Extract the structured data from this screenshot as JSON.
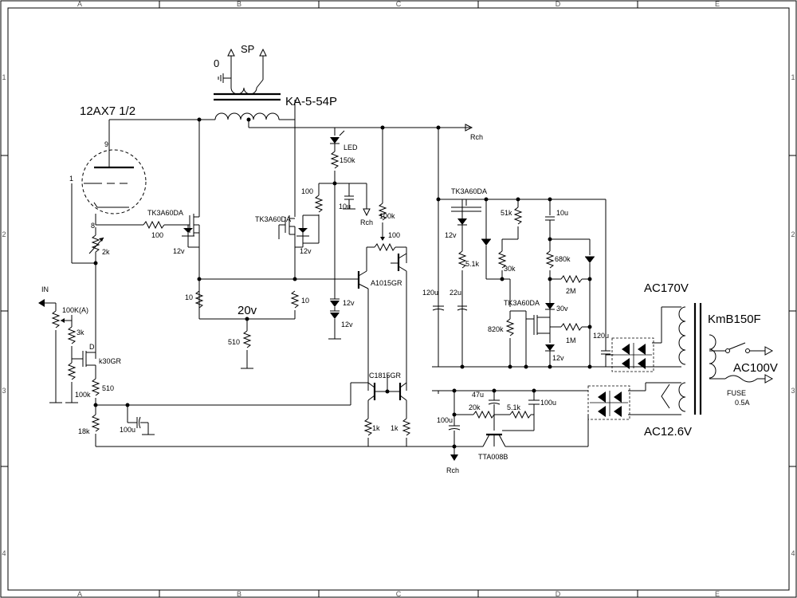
{
  "border": {
    "columns": [
      "A",
      "B",
      "C",
      "D",
      "E"
    ],
    "rows": [
      "1",
      "2",
      "3",
      "4"
    ]
  },
  "labels": {
    "tube": "12AX7 1/2",
    "tube_pin9": "9",
    "tube_pin1": "1",
    "tube_pin8": "8",
    "transformer_out": "KA-5-54P",
    "sp": "SP",
    "zero": "0",
    "rch_top": "Rch",
    "rch_mid": "Rch",
    "rch_bottom": "Rch",
    "led": "LED",
    "r_150k": "150k",
    "r_100_a": "100",
    "r_100_b": "100",
    "r_100_c": "100",
    "r_100k": "100k",
    "c_10u_a": "10u",
    "fet_1": "TK3A60DA",
    "fet_2": "TK3A60DA",
    "fet_3": "TK3A60DA",
    "fet_4": "TK3A60DA",
    "z_12v_1": "12v",
    "z_12v_2": "12v",
    "z_12v_3": "12v",
    "z_12v_4": "12v",
    "z_12v_5": "12v",
    "z_12v_6": "12v",
    "r_2k": "2k",
    "tr_a1015": "A1015GR",
    "r_10_a": "10",
    "r_10_b": "10",
    "v_20": "20v",
    "r_510_a": "510",
    "in": "IN",
    "pot_100k": "100K(A)",
    "r_3k": "3k",
    "fet_k30": "k30GR",
    "fet_d": "D",
    "r_100k_b": "100k",
    "r_510_b": "510",
    "r_18k": "18k",
    "c_100u_a": "100u",
    "tr_c1815": "C1815GR",
    "r_1k_a": "1k",
    "r_1k_b": "1k",
    "c_120u_a": "120u",
    "c_22u": "22u",
    "r_5_1k_a": "5.1k",
    "r_51k": "51k",
    "r_30k": "30k",
    "c_10u_b": "10u",
    "r_680k": "680k",
    "r_2m": "2M",
    "z_30v": "30v",
    "r_820k": "820k",
    "r_1m": "1M",
    "c_120u_b": "120u",
    "ac170": "AC170V",
    "kmb": "KmB150F",
    "ac100": "AC100V",
    "fuse": "FUSE",
    "fuse_val": "0.5A",
    "ac126": "AC12.6V",
    "c_47u": "47u",
    "r_20k": "20k",
    "r_5_1k_b": "5.1k",
    "c_100u_b": "100u",
    "c_100u_c": "100u",
    "tr_tta": "TTA008B"
  }
}
